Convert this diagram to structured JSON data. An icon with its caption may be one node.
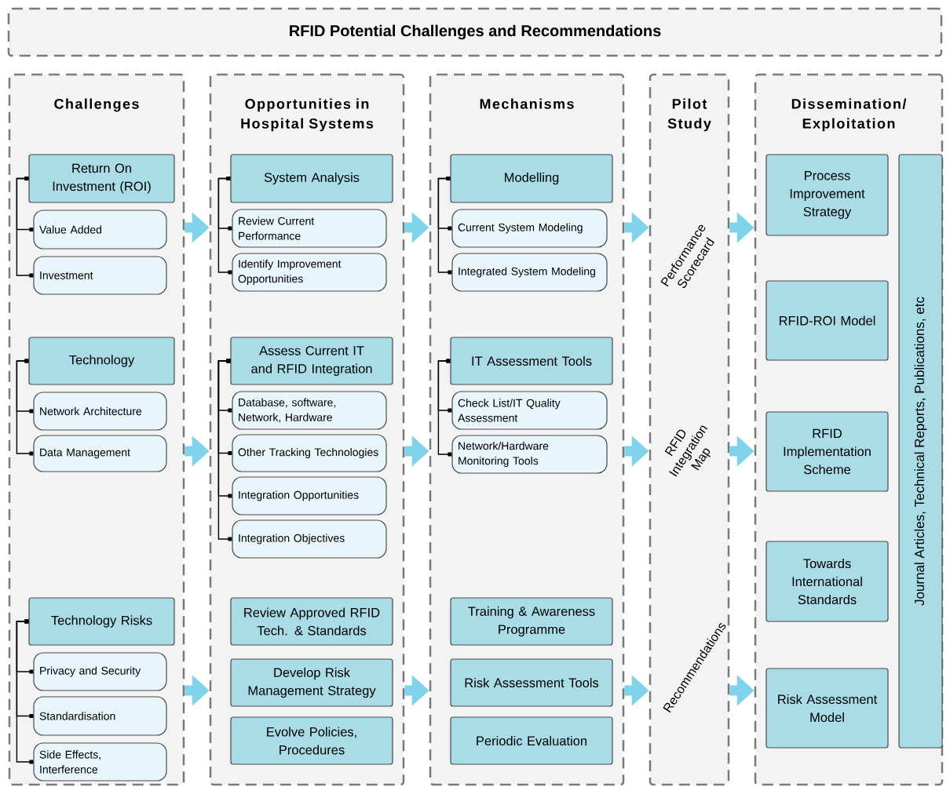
{
  "diagram": {
    "title": "RFID Potential Challenges and Recommendations",
    "nodes": [
      {
        "text": [
          "Challenges"
        ]
      },
      {
        "text": [
          "Return On Investment (ROI)"
        ],
        "in": 0
      },
      {
        "text": [
          "Value Added"
        ],
        "in": 0
      },
      {
        "text": [
          "Investment"
        ],
        "in": 0
      },
      {
        "text": [
          "Technology"
        ],
        "in": 0
      },
      {
        "text": [
          "Network Architecture"
        ],
        "in": 0
      },
      {
        "text": [
          "Data Management"
        ],
        "in": 0
      },
      {
        "text": [
          "Technology Risks"
        ],
        "in": 0
      },
      {
        "text": [
          "Privacy and Security"
        ],
        "in": 0
      },
      {
        "text": [
          "Standardisation"
        ],
        "in": 0
      },
      {
        "text": [
          "Side Effects, Interference"
        ],
        "in": 0
      },
      {
        "text": [
          "Opportunities in Hospital Systems"
        ]
      },
      {
        "text": [
          "System Analysis"
        ],
        "in": 11
      },
      {
        "text": [
          "Review Current Performance"
        ],
        "in": 11
      },
      {
        "text": [
          "Identify Improvement Opportunities"
        ],
        "in": 11
      },
      {
        "text": [
          "Assess Current IT and RFID Integration"
        ],
        "in": 11
      },
      {
        "text": [
          "Database, software, Network, Hardware"
        ],
        "in": 11
      },
      {
        "text": [
          "Other Tracking Technologies"
        ],
        "in": 11
      },
      {
        "text": [
          "Integration Opportunities"
        ],
        "in": 11
      },
      {
        "text": [
          "Integration Objectives"
        ],
        "in": 11
      },
      {
        "text": [
          "Review Approved RFID Tech. & Standards"
        ],
        "in": 11
      },
      {
        "text": [
          "Develop Risk Management Strategy"
        ],
        "in": 11
      },
      {
        "text": [
          "Evolve Policies, Procedures"
        ],
        "in": 11
      },
      {
        "text": [
          "Mechanisms"
        ]
      },
      {
        "text": [
          "Modelling"
        ],
        "in": 23
      },
      {
        "text": [
          "Current System Modeling"
        ],
        "in": 23
      },
      {
        "text": [
          "Integrated System Modeling"
        ],
        "in": 23
      },
      {
        "text": [
          "IT Assessment Tools"
        ],
        "in": 23
      },
      {
        "text": [
          "Check List/IT Quality Assessment"
        ],
        "in": 23
      },
      {
        "text": [
          "Network/Hardware Monitoring Tools"
        ],
        "in": 23
      },
      {
        "text": [
          "Training & Awareness Programme"
        ],
        "in": 23
      },
      {
        "text": [
          "Risk Assessment Tools"
        ],
        "in": 23
      },
      {
        "text": [
          "Periodic Evaluation"
        ],
        "in": 23
      },
      {
        "text": [
          "Pilot Study"
        ]
      },
      {
        "text": [
          "Performance Scorecard"
        ],
        "in": 33
      },
      {
        "text": [
          "RFID Integration Map"
        ],
        "in": 33
      },
      {
        "text": [
          "Recommendations"
        ],
        "in": 33
      },
      {
        "text": [
          "Dissemination/ Exploitation"
        ]
      },
      {
        "text": [
          "Process Improvement Strategy"
        ],
        "in": 37
      },
      {
        "text": [
          "RFID-ROI Model"
        ],
        "in": 37
      },
      {
        "text": [
          "RFID Implementation Scheme"
        ],
        "in": 37
      },
      {
        "text": [
          "Towards International Standards"
        ],
        "in": 37
      },
      {
        "text": [
          "Risk Assessment Model"
        ],
        "in": 37
      },
      {
        "text": [
          "Journal Articles, Technical Reports, Publications, etc"
        ],
        "in": 37
      }
    ],
    "edges": [
      {
        "from": 1,
        "to": 2,
        "arrow": "other"
      },
      {
        "from": 1,
        "to": 3,
        "arrow": "other"
      },
      {
        "from": 4,
        "to": 5,
        "arrow": "other"
      },
      {
        "from": 4,
        "to": 6,
        "arrow": "other"
      },
      {
        "from": 7,
        "to": 8,
        "arrow": "other"
      },
      {
        "from": 7,
        "to": 9,
        "arrow": "other"
      },
      {
        "from": 7,
        "to": 10,
        "arrow": "other"
      },
      {
        "from": 12,
        "to": 13,
        "arrow": "other"
      },
      {
        "from": 12,
        "to": 14,
        "arrow": "other"
      },
      {
        "from": 15,
        "to": 16,
        "arrow": "other"
      },
      {
        "from": 15,
        "to": 17,
        "arrow": "other"
      },
      {
        "from": 15,
        "to": 18,
        "arrow": "other"
      },
      {
        "from": 15,
        "to": 19,
        "arrow": "other"
      },
      {
        "from": 24,
        "to": 25,
        "arrow": "other"
      },
      {
        "from": 24,
        "to": 26,
        "arrow": "other"
      },
      {
        "from": 27,
        "to": 28,
        "arrow": "other"
      },
      {
        "from": 27,
        "to": 29,
        "arrow": "other"
      },
      {
        "from": 0,
        "to": 11,
        "arrow": "to",
        "style": "thick",
        "color": "#7fd3ea"
      },
      {
        "from": 0,
        "to": 11,
        "arrow": "to",
        "style": "thick",
        "color": "#7fd3ea"
      },
      {
        "from": 0,
        "to": 11,
        "arrow": "to",
        "style": "thick",
        "color": "#7fd3ea"
      },
      {
        "from": 11,
        "to": 23,
        "arrow": "to",
        "style": "thick",
        "color": "#7fd3ea"
      },
      {
        "from": 11,
        "to": 23,
        "arrow": "to",
        "style": "thick",
        "color": "#7fd3ea"
      },
      {
        "from": 11,
        "to": 23,
        "arrow": "to",
        "style": "thick",
        "color": "#7fd3ea"
      },
      {
        "from": 23,
        "to": 33,
        "arrow": "to",
        "style": "thick",
        "color": "#7fd3ea"
      },
      {
        "from": 23,
        "to": 33,
        "arrow": "to",
        "style": "thick",
        "color": "#7fd3ea"
      },
      {
        "from": 23,
        "to": 33,
        "arrow": "to",
        "style": "thick",
        "color": "#7fd3ea"
      },
      {
        "from": 33,
        "to": 37,
        "arrow": "to",
        "style": "thick",
        "color": "#7fd3ea"
      },
      {
        "from": 33,
        "to": 37,
        "arrow": "to",
        "style": "thick",
        "color": "#7fd3ea"
      },
      {
        "from": 33,
        "to": 37,
        "arrow": "to",
        "style": "thick",
        "color": "#7fd3ea"
      }
    ]
  }
}
